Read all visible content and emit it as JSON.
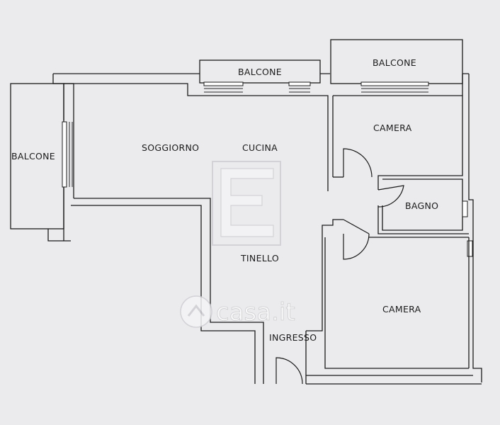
{
  "rooms": {
    "balcone_top_center": "BALCONE",
    "balcone_top_right": "BALCONE",
    "balcone_left": "BALCONE",
    "soggiorno": "SOGGIORNO",
    "cucina": "CUCINA",
    "camera_top": "CAMERA",
    "bagno": "BAGNO",
    "tinello": "TINELLO",
    "camera_bottom": "CAMERA",
    "ingresso": "INGRESSO"
  },
  "watermark": {
    "text": "casa.it"
  },
  "colors": {
    "background": "#ebebee",
    "line": "#1b1b1b"
  }
}
